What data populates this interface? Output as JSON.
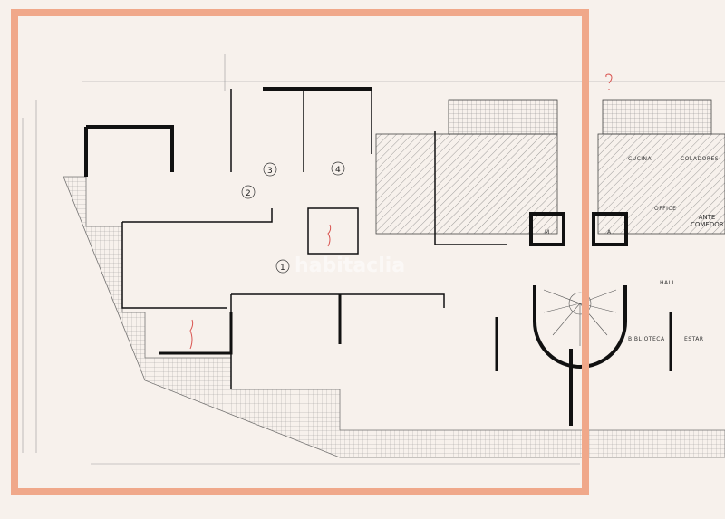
{
  "plan": {
    "room_numbers": [
      "1",
      "2",
      "3",
      "4"
    ],
    "lift_labels": [
      "M",
      "A"
    ],
    "rooms": {
      "cucina": "CUCINA",
      "coladores": "COLADORES",
      "office": "OFFICE",
      "ante_comedor": "ANTE COMEDOR",
      "hall": "HALL",
      "biblioteca": "BIBLIOTECA",
      "estar": "ESTAR"
    },
    "watermark": "habitaclia",
    "colors": {
      "paper": "#f7f1ec",
      "ink": "#222222",
      "highlight_frame": "#f0a88a",
      "handwriting": "#d9534f"
    }
  }
}
